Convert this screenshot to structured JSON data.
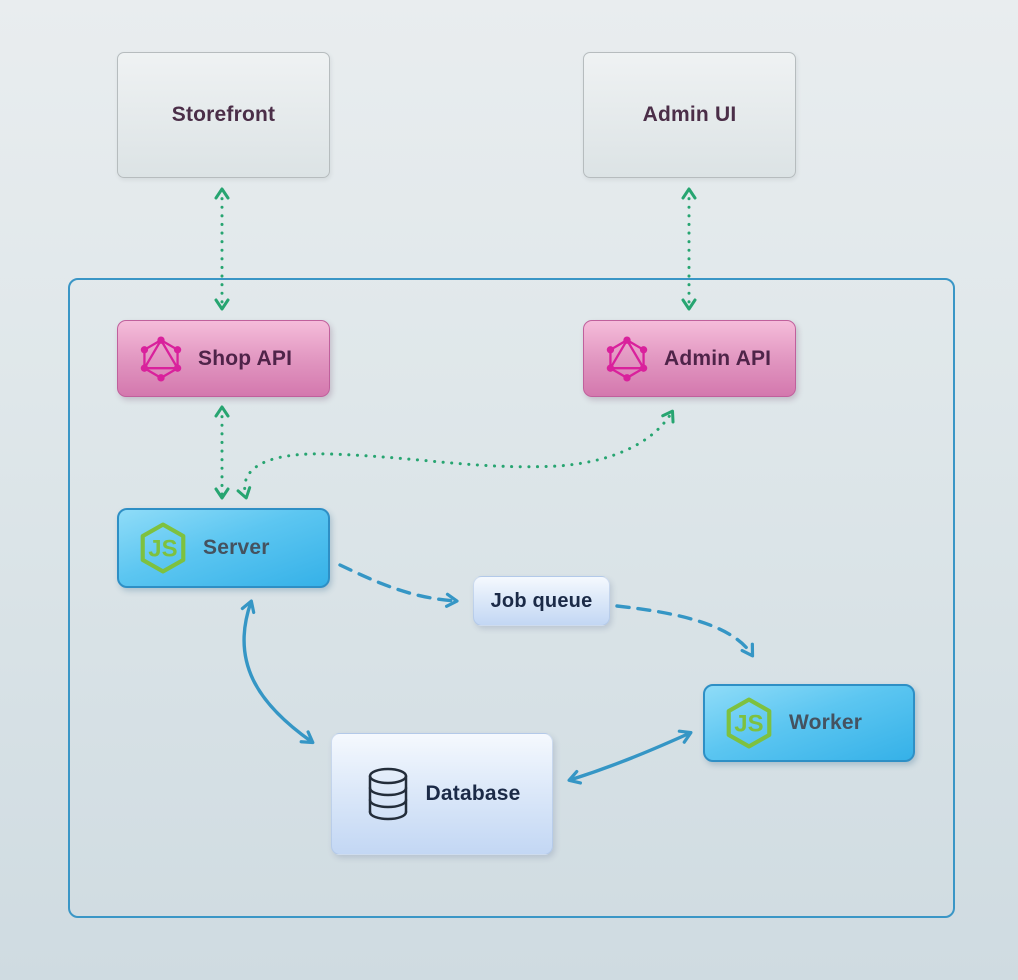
{
  "diagram": {
    "title": "Server architecture diagram",
    "nodes": {
      "storefront": {
        "label": "Storefront",
        "type": "external"
      },
      "admin_ui": {
        "label": "Admin UI",
        "type": "external"
      },
      "shop_api": {
        "label": "Shop API",
        "type": "api",
        "icon": "graphql-icon"
      },
      "admin_api": {
        "label": "Admin API",
        "type": "api",
        "icon": "graphql-icon"
      },
      "server": {
        "label": "Server",
        "type": "nodejs",
        "icon": "nodejs-icon"
      },
      "job_queue": {
        "label": "Job queue",
        "type": "plain"
      },
      "worker": {
        "label": "Worker",
        "type": "nodejs",
        "icon": "nodejs-icon"
      },
      "database": {
        "label": "Database",
        "type": "plain",
        "icon": "database-icon"
      }
    },
    "edges": [
      {
        "from": "storefront",
        "to": "shop_api",
        "style": "dotted",
        "color": "#27a571",
        "bidirectional": true
      },
      {
        "from": "admin_ui",
        "to": "admin_api",
        "style": "dotted",
        "color": "#27a571",
        "bidirectional": true
      },
      {
        "from": "shop_api",
        "to": "server",
        "style": "dotted",
        "color": "#27a571",
        "bidirectional": true
      },
      {
        "from": "server",
        "to": "admin_api",
        "style": "dotted",
        "color": "#27a571",
        "bidirectional": true
      },
      {
        "from": "server",
        "to": "job_queue",
        "style": "dashed",
        "color": "#3596c5",
        "bidirectional": false
      },
      {
        "from": "job_queue",
        "to": "worker",
        "style": "dashed",
        "color": "#3596c5",
        "bidirectional": false
      },
      {
        "from": "server",
        "to": "database",
        "style": "solid",
        "color": "#3596c5",
        "bidirectional": true
      },
      {
        "from": "database",
        "to": "worker",
        "style": "solid",
        "color": "#3596c5",
        "bidirectional": true
      }
    ],
    "colors": {
      "background_top": "#e9edef",
      "background_bottom": "#cfdbe1",
      "container_border": "#3a96c6",
      "green_arrow": "#27a571",
      "blue_arrow": "#3596c5",
      "graphql_icon": "#d9219c",
      "nodejs_icon": "#7ec13f",
      "database_icon": "#232d3a",
      "api_box": "#d478ae",
      "nodejs_box": "#35b1e8",
      "plain_box": "#c3d7f4",
      "external_box": "#dce3e5"
    }
  }
}
